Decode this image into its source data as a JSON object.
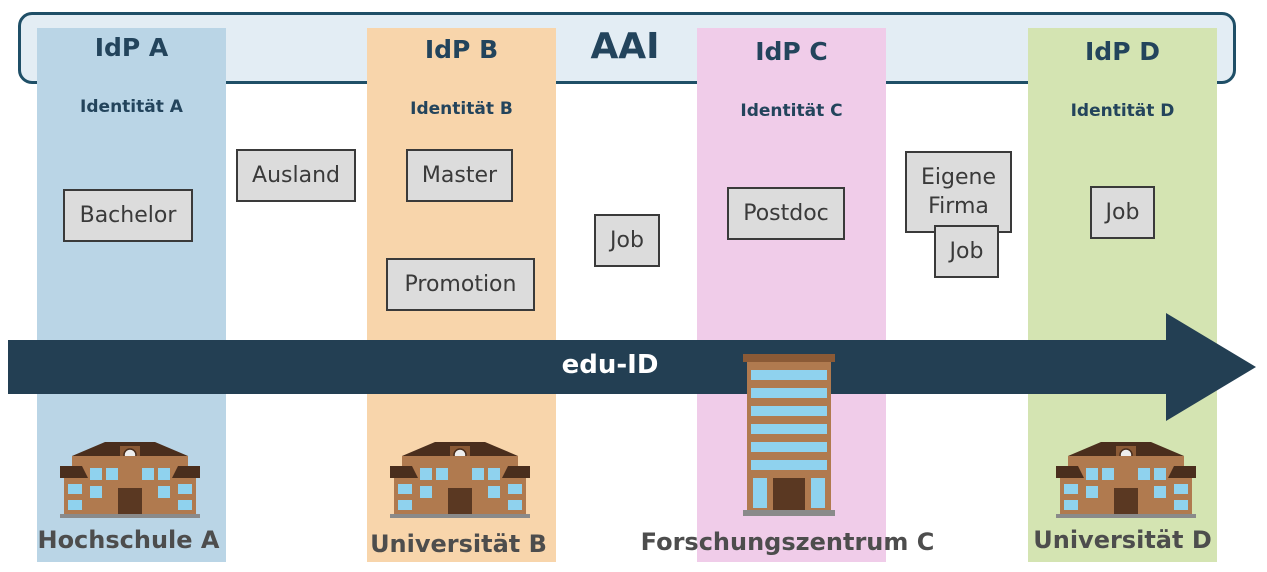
{
  "aai": {
    "label": "AAI"
  },
  "columns": [
    {
      "idp": "IdP A",
      "identity": "Identität A",
      "institution": "Hochschule A"
    },
    {
      "idp": "IdP B",
      "identity": "Identität B",
      "institution": "Universität B"
    },
    {
      "idp": "IdP C",
      "identity": "Identität C",
      "institution": "Forschungszentrum C"
    },
    {
      "idp": "IdP D",
      "identity": "Identität D",
      "institution": "Universität D"
    }
  ],
  "phases": {
    "bachelor": "Bachelor",
    "ausland": "Ausland",
    "master": "Master",
    "promotion": "Promotion",
    "job1": "Job",
    "postdoc": "Postdoc",
    "eigene_firma": "Eigene Firma",
    "job2": "Job",
    "job3": "Job"
  },
  "edu_id": {
    "label": "edu-ID"
  },
  "colors": {
    "aai_border": "#1f4f67",
    "aai_fill": "#e3edf4",
    "col_a": "#bad5e6",
    "col_b": "#f8d5ab",
    "col_c": "#f0cce9",
    "col_d": "#d4e4b2",
    "arrow": "#233f53",
    "title_text": "#23445c"
  },
  "icons": [
    "school-building-icon",
    "office-tower-icon"
  ]
}
